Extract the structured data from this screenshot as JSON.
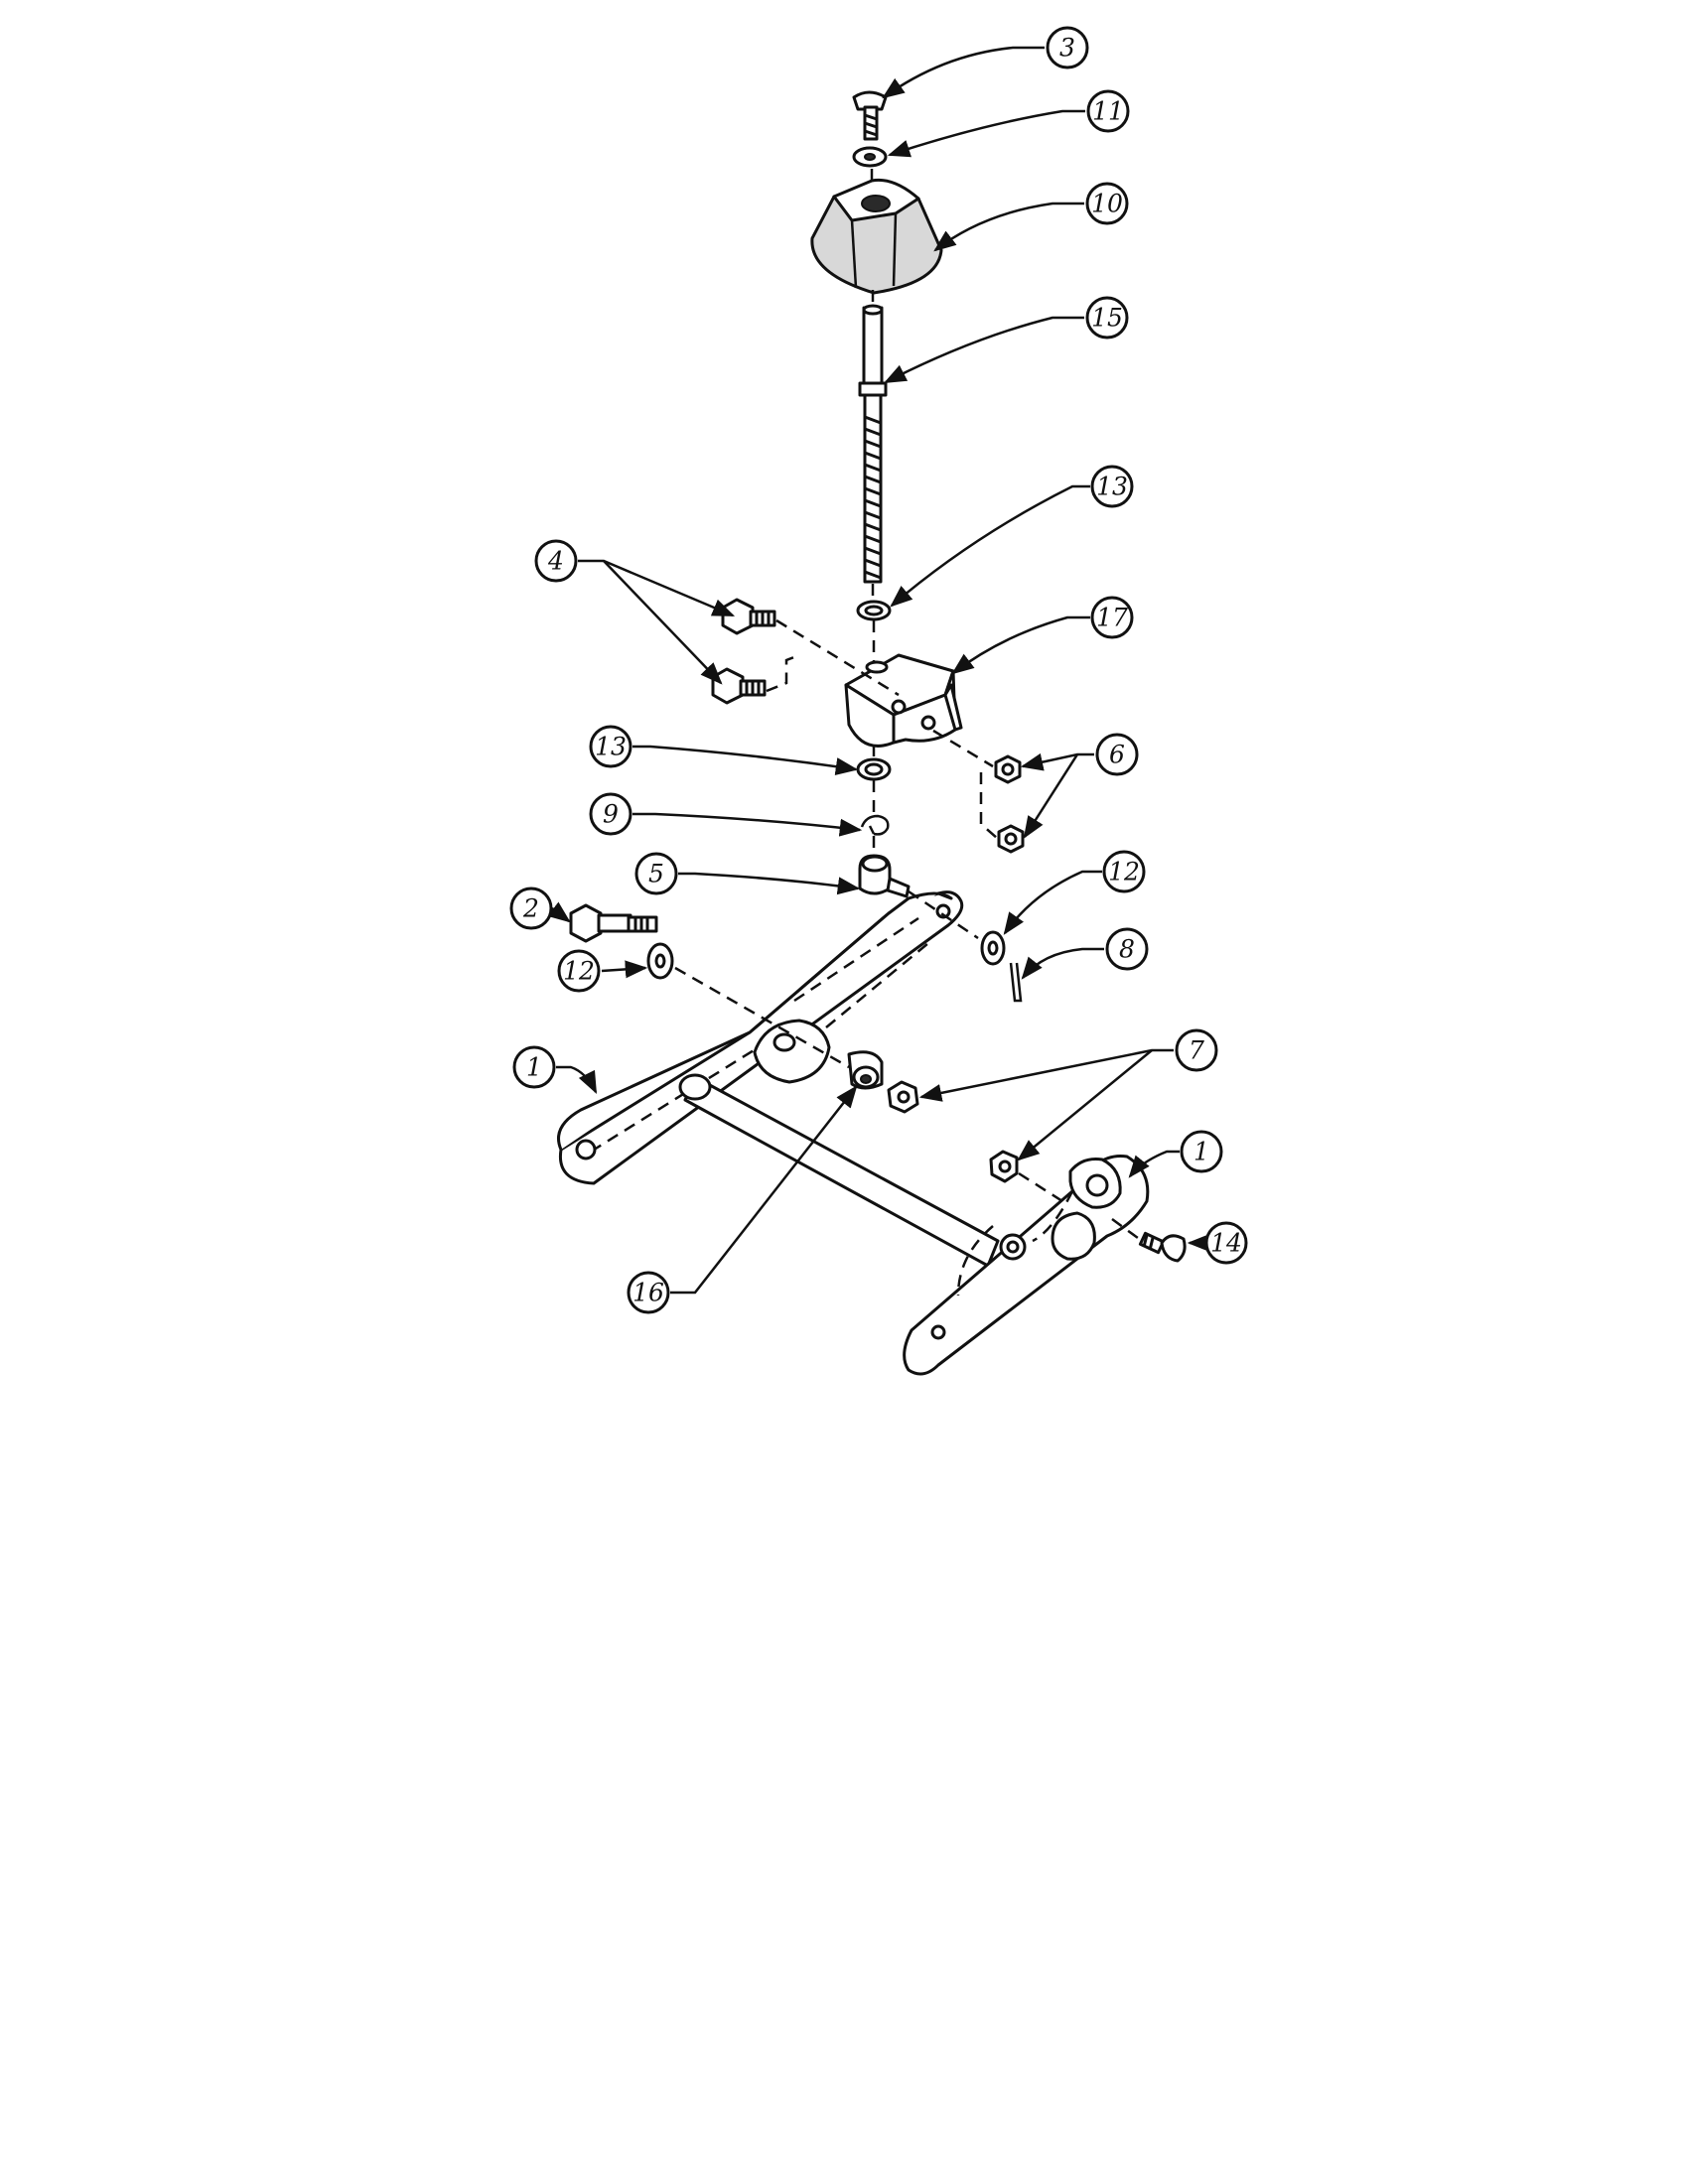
{
  "callouts": [
    {
      "id": "c3",
      "label": "3"
    },
    {
      "id": "c11",
      "label": "11"
    },
    {
      "id": "c10",
      "label": "10"
    },
    {
      "id": "c15",
      "label": "15"
    },
    {
      "id": "c13a",
      "label": "13"
    },
    {
      "id": "c4",
      "label": "4"
    },
    {
      "id": "c17",
      "label": "17"
    },
    {
      "id": "c13b",
      "label": "13"
    },
    {
      "id": "c6",
      "label": "6"
    },
    {
      "id": "c9",
      "label": "9"
    },
    {
      "id": "c5",
      "label": "5"
    },
    {
      "id": "c12a",
      "label": "12"
    },
    {
      "id": "c2",
      "label": "2"
    },
    {
      "id": "c8",
      "label": "8"
    },
    {
      "id": "c12b",
      "label": "12"
    },
    {
      "id": "c1a",
      "label": "1"
    },
    {
      "id": "c7",
      "label": "7"
    },
    {
      "id": "c1b",
      "label": "1"
    },
    {
      "id": "c14",
      "label": "14"
    },
    {
      "id": "c16",
      "label": "16"
    }
  ]
}
